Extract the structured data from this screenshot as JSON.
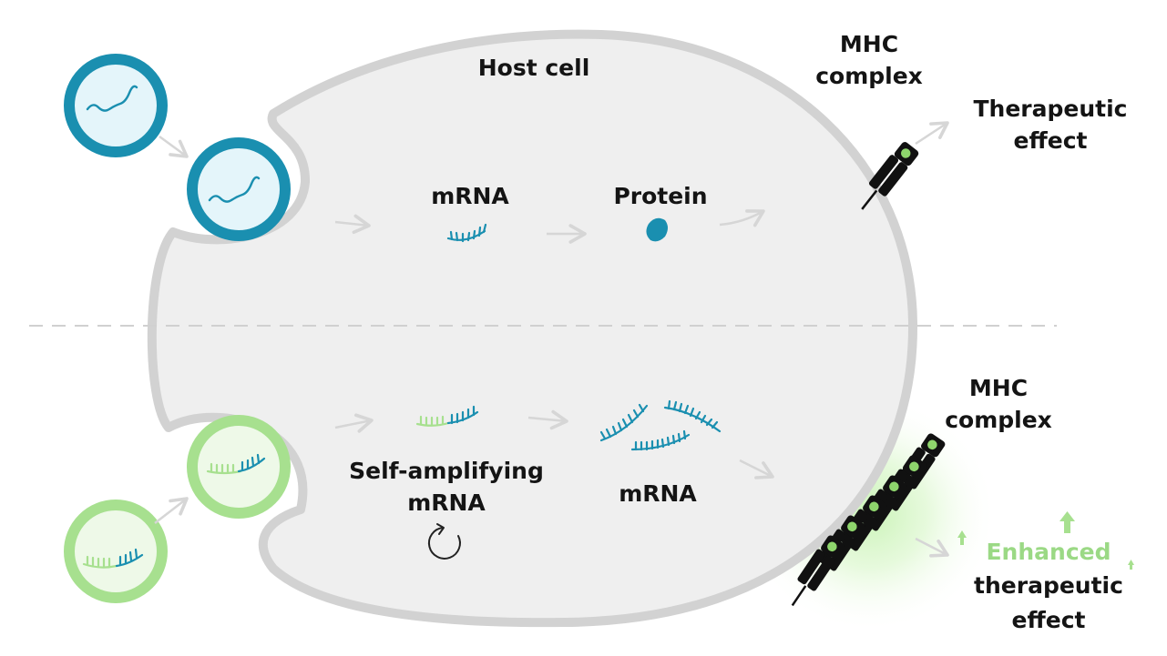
{
  "labels": {
    "host_cell": "Host cell",
    "mhc_top_1": "MHC",
    "mhc_top_2": "complex",
    "therapeutic_1": "Therapeutic",
    "therapeutic_2": "effect",
    "mrna_top": "mRNA",
    "protein": "Protein",
    "self_amp_1": "Self-amplifying",
    "self_amp_2": "mRNA",
    "mrna_bottom": "mRNA",
    "mhc_bottom_1": "MHC",
    "mhc_bottom_2": "complex",
    "enhanced_1": "Enhanced",
    "enhanced_2": "therapeutic",
    "enhanced_3": "effect"
  },
  "colors": {
    "cell_fill": "#efefef",
    "cell_outline": "#d2d2d2",
    "vesicle_blue": "#1a8fb0",
    "vesicle_blue_fill": "#e4f5fa",
    "vesicle_green": "#a7e08f",
    "vesicle_green_fill": "#eef9e8",
    "mrna_blue": "#1a8fb0",
    "mrna_green": "#a7e08f",
    "arrow": "#d6d6d6",
    "mhc": "#111111",
    "peptide": "#8ed56c",
    "enhanced_text": "#9bd985",
    "glow": "#b8ef9f"
  },
  "icons": {
    "cycle": "circular-arrow-icon",
    "up": "up-arrow-icon"
  }
}
